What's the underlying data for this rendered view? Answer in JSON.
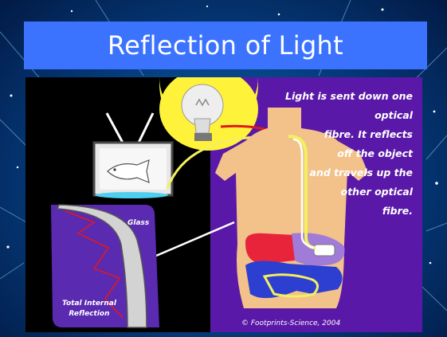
{
  "slide": {
    "title": "Reflection of Light"
  },
  "diagram": {
    "caption_lines": [
      "Light is sent down one optical",
      "fibre. It reflects",
      "off the object",
      "and travels up the",
      "other optical",
      "fibre."
    ],
    "inset": {
      "glass_label": "Glass",
      "tir_label_lines": [
        "Total Internal",
        "Reflection"
      ]
    },
    "copyright": "© Footprints-Science, 2004"
  },
  "colors": {
    "title_bar": "#3b73ff",
    "diagram_left_bg": "#000000",
    "diagram_right_bg": "#5a18a8",
    "body": "#f2c28a",
    "bulb_glow": "#fff23a",
    "light_ray": "#e0191e",
    "fibre_yellow": "#f2f060"
  }
}
